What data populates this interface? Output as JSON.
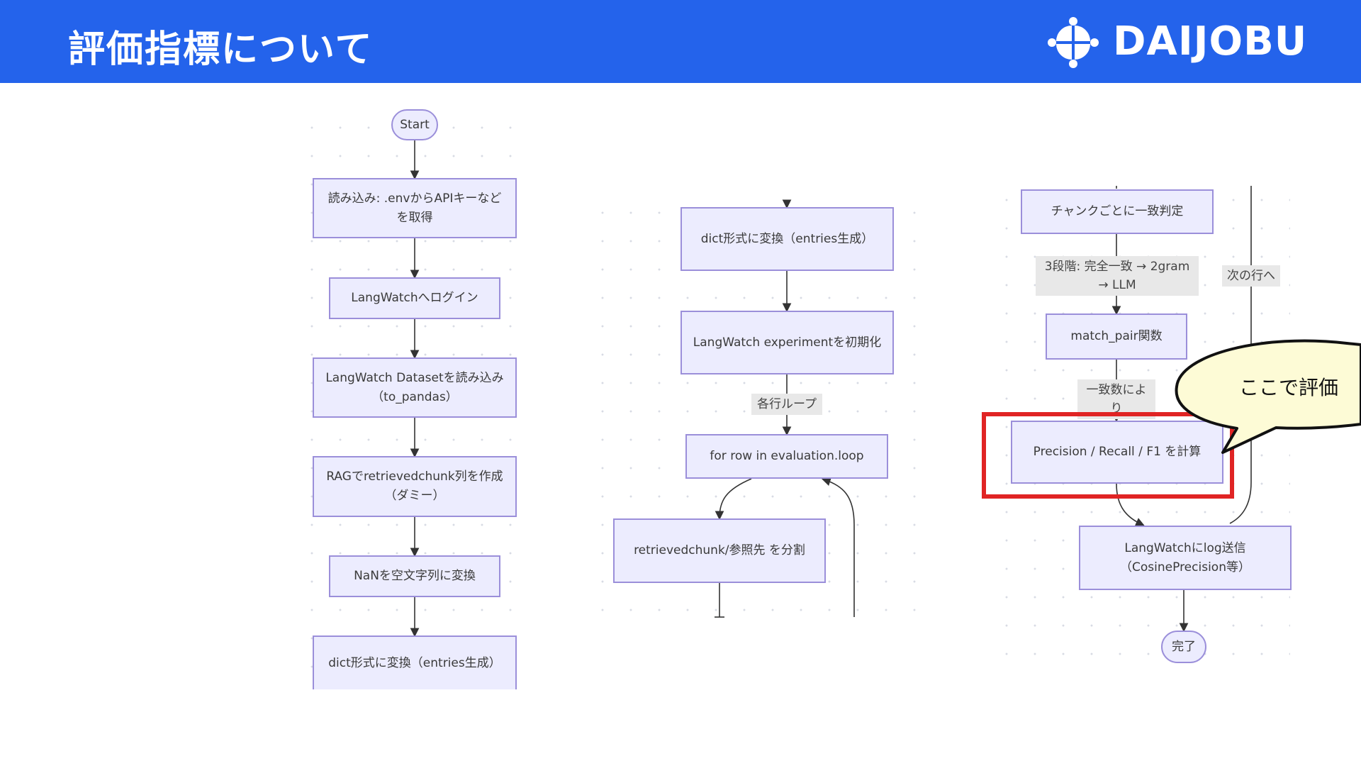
{
  "header": {
    "title": "評価指標について",
    "brand": "DAIJOBU",
    "bg_color": "#2463eb"
  },
  "flow_left": {
    "start": "Start",
    "n1": "読み込み: .envからAPIキーなどを取得",
    "n2": "LangWatchへログイン",
    "n3": "LangWatch Datasetを読み込み（to_pandas）",
    "n4": "RAGでretrievedchunk列を作成（ダミー）",
    "n5": "NaNを空文字列に変換",
    "n6": "dict形式に変換（entries生成）"
  },
  "flow_middle": {
    "n1": "dict形式に変換（entries生成）",
    "n2": "LangWatch experimentを初期化",
    "edge_label": "各行ループ",
    "n3": "for row in evaluation.loop",
    "n4": "retrievedchunk/参照先 を分割"
  },
  "flow_right": {
    "n1": "チャンクごとに一致判定",
    "edge_label1": "3段階: 完全一致 → 2gram → LLM",
    "n2": "match_pair関数",
    "edge_label2": "一致数により",
    "n3": "Precision / Recall / F1 を計算",
    "side_label": "次の行へ",
    "n4": "LangWatchにlog送信（CosinePrecision等）",
    "end": "完了"
  },
  "callout": {
    "text": "ここで評価",
    "highlight_color": "#e02424",
    "bubble_color": "#fdfbd6"
  },
  "colors": {
    "node_fill": "#ececfe",
    "node_border": "#9b8fda"
  }
}
